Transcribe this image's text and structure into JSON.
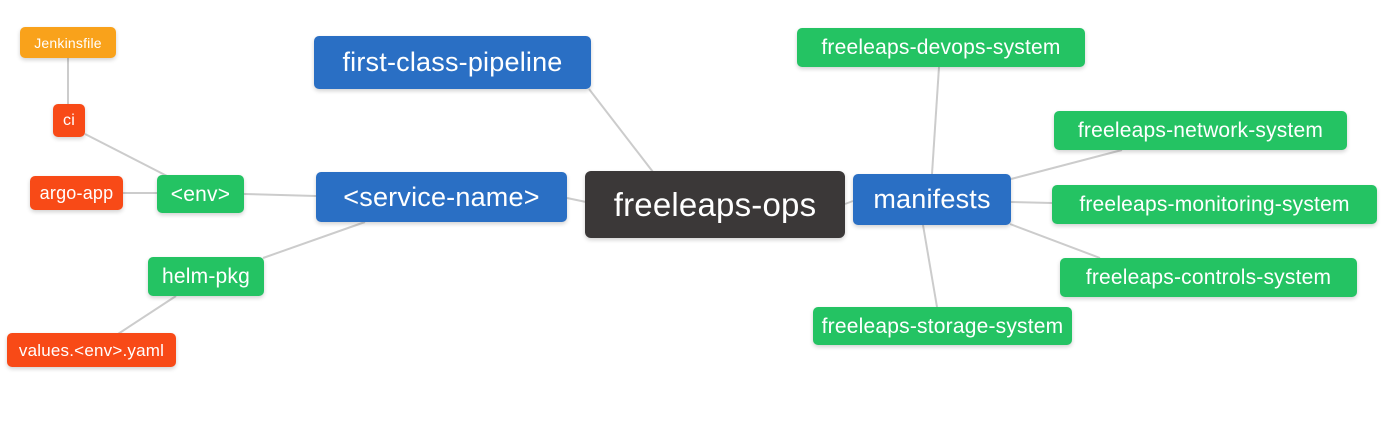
{
  "diagram": {
    "title": "freeleaps-ops mind map",
    "background": "#ffffff",
    "edge_color": "#cccccc",
    "text_color": "#ffffff",
    "colors": {
      "blue": "#2a6fc4",
      "green": "#24c363",
      "red": "#f84a17",
      "orange": "#f9a21b",
      "dark": "#3b3838"
    },
    "nodes": [
      {
        "id": "jenkinsfile",
        "label": "Jenkinsfile",
        "color": "orange"
      },
      {
        "id": "ci",
        "label": "ci",
        "color": "red"
      },
      {
        "id": "argo-app",
        "label": "argo-app",
        "color": "red"
      },
      {
        "id": "env",
        "label": "<env>",
        "color": "green"
      },
      {
        "id": "helm-pkg",
        "label": "helm-pkg",
        "color": "green"
      },
      {
        "id": "values-env-yaml",
        "label": "values.<env>.yaml",
        "color": "red"
      },
      {
        "id": "first-class-pipeline",
        "label": "first-class-pipeline",
        "color": "blue"
      },
      {
        "id": "service-name",
        "label": "<service-name>",
        "color": "blue"
      },
      {
        "id": "freeleaps-ops",
        "label": "freeleaps-ops",
        "color": "dark"
      },
      {
        "id": "manifests",
        "label": "manifests",
        "color": "blue"
      },
      {
        "id": "freeleaps-devops-system",
        "label": "freeleaps-devops-system",
        "color": "green"
      },
      {
        "id": "freeleaps-network-system",
        "label": "freeleaps-network-system",
        "color": "green"
      },
      {
        "id": "freeleaps-monitoring-system",
        "label": "freeleaps-monitoring-system",
        "color": "green"
      },
      {
        "id": "freeleaps-controls-system",
        "label": "freeleaps-controls-system",
        "color": "green"
      },
      {
        "id": "freeleaps-storage-system",
        "label": "freeleaps-storage-system",
        "color": "green"
      }
    ],
    "edges": [
      {
        "from": "jenkinsfile",
        "to": "ci"
      },
      {
        "from": "ci",
        "to": "env"
      },
      {
        "from": "argo-app",
        "to": "env"
      },
      {
        "from": "env",
        "to": "service-name"
      },
      {
        "from": "values-env-yaml",
        "to": "helm-pkg"
      },
      {
        "from": "helm-pkg",
        "to": "service-name"
      },
      {
        "from": "service-name",
        "to": "freeleaps-ops"
      },
      {
        "from": "first-class-pipeline",
        "to": "freeleaps-ops"
      },
      {
        "from": "freeleaps-ops",
        "to": "manifests"
      },
      {
        "from": "manifests",
        "to": "freeleaps-devops-system"
      },
      {
        "from": "manifests",
        "to": "freeleaps-network-system"
      },
      {
        "from": "manifests",
        "to": "freeleaps-monitoring-system"
      },
      {
        "from": "manifests",
        "to": "freeleaps-controls-system"
      },
      {
        "from": "manifests",
        "to": "freeleaps-storage-system"
      }
    ]
  }
}
